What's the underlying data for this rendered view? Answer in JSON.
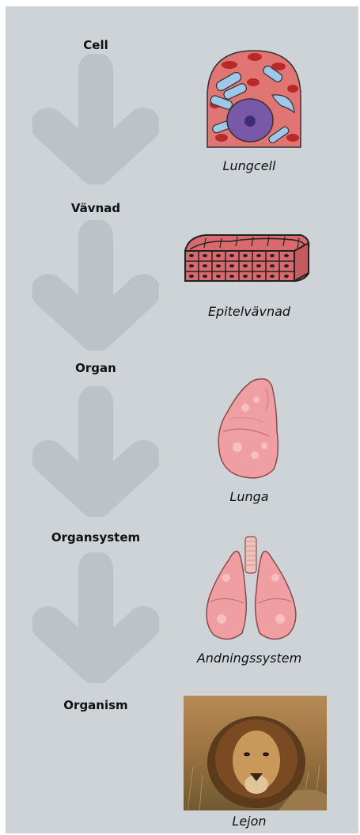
{
  "levels": [
    {
      "label": "Cell",
      "caption": "Lungcell",
      "icon": "lung-cell-icon"
    },
    {
      "label": "Vävnad",
      "caption": "Epitelvävnad",
      "icon": "epithelial-tissue-icon"
    },
    {
      "label": "Organ",
      "caption": "Lunga",
      "icon": "lung-icon"
    },
    {
      "label": "Organsystem",
      "caption": "Andningssystem",
      "icon": "respiratory-system-icon"
    },
    {
      "label": "Organism",
      "caption": "Lejon",
      "icon": "lion-photo"
    }
  ],
  "colors": {
    "panel": "#cdd3d7",
    "arrow": "#bcc3c8",
    "tissue": "#d9696c",
    "lung": "#ef9fa1",
    "cell": "#e07573"
  }
}
